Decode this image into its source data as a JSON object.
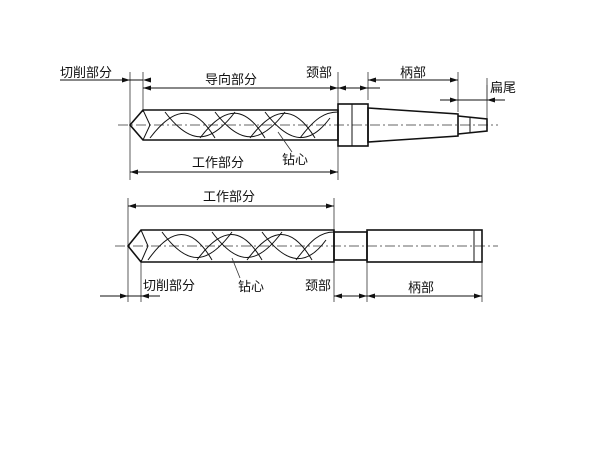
{
  "colors": {
    "ink": "#111111",
    "background": "#ffffff"
  },
  "top_drill": {
    "cutting_part": "切削部分",
    "guide_part": "导向部分",
    "neck": "颈部",
    "shank": "柄部",
    "tang": "扁尾",
    "working_part": "工作部分",
    "web": "钻心"
  },
  "bottom_drill": {
    "working_part": "工作部分",
    "cutting_part": "切削部分",
    "web": "钻心",
    "neck": "颈部",
    "shank": "柄部"
  }
}
